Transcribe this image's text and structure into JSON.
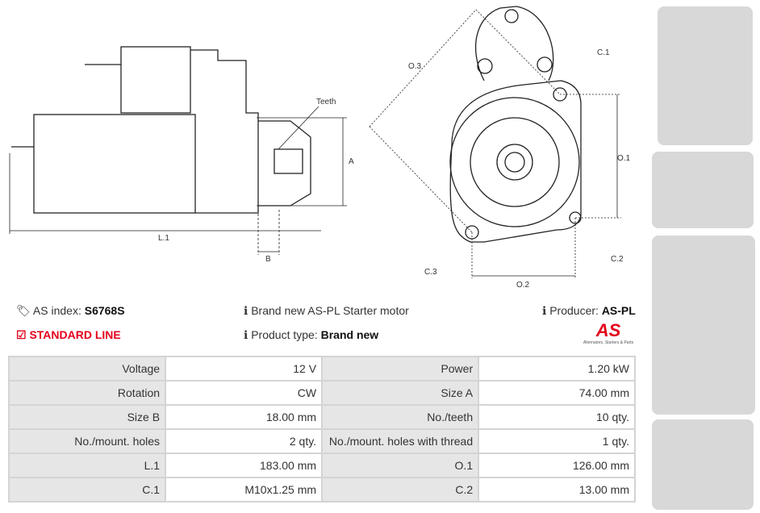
{
  "drawing": {
    "labels": {
      "teeth": "Teeth",
      "a": "A",
      "b": "B",
      "l1": "L.1",
      "o3": "O.3",
      "c1": "C.1",
      "o1": "O.1",
      "c2": "C.2",
      "c3": "C.3",
      "o2": "O.2"
    }
  },
  "info": {
    "as_index_label": "AS index:",
    "as_index_value": "S6768S",
    "line": "STANDARD LINE",
    "desc": "Brand new AS-PL Starter motor",
    "product_type_label": "Product type:",
    "product_type_value": "Brand new",
    "producer_label": "Producer:",
    "producer_value": "AS-PL",
    "logo_text": "AS",
    "logo_tagline": "Alternators, Starters & Parts"
  },
  "specs": [
    [
      "Voltage",
      "12 V",
      "Power",
      "1.20 kW"
    ],
    [
      "Rotation",
      "CW",
      "Size A",
      "74.00 mm"
    ],
    [
      "Size B",
      "18.00 mm",
      "No./teeth",
      "10 qty."
    ],
    [
      "No./mount. holes",
      "2 qty.",
      "No./mount. holes with thread",
      "1 qty."
    ],
    [
      "L.1",
      "183.00 mm",
      "O.1",
      "126.00 mm"
    ],
    [
      "C.1",
      "M10x1.25 mm",
      "C.2",
      "13.00 mm"
    ]
  ],
  "colors": {
    "accent": "#e3001b"
  }
}
